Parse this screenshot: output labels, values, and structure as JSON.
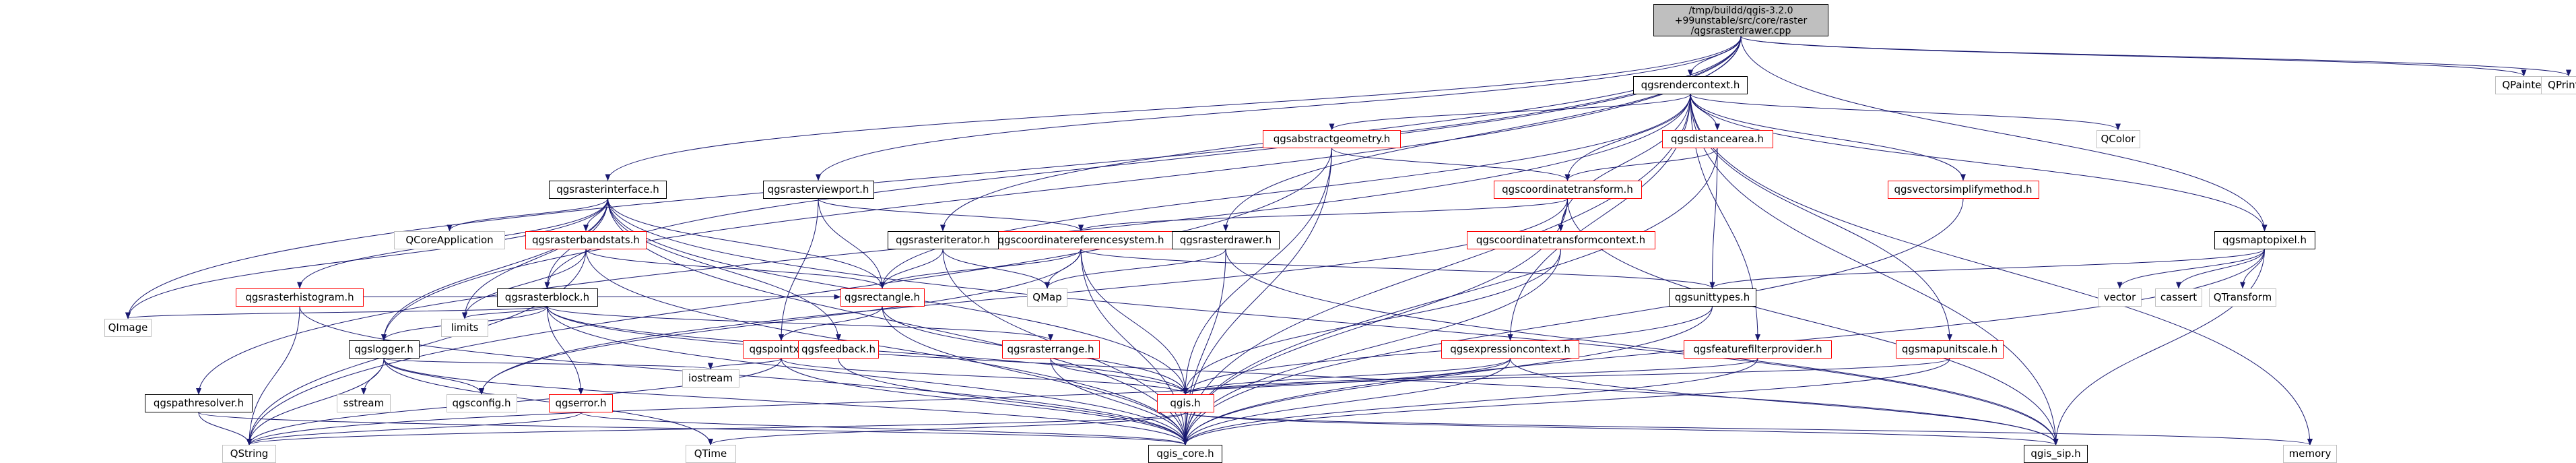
{
  "root": {
    "lines": [
      "/tmp/buildd/qgis-3.2.0",
      "+99unstable/src/core/raster",
      "/qgsrasterdrawer.cpp"
    ]
  },
  "nodes": {
    "qgsrendercontext": "qgsrendercontext.h",
    "qpainter": "QPainter",
    "qprinter": "QPrinter",
    "qgsabstractgeometry": "qgsabstractgeometry.h",
    "qgsdistancearea": "qgsdistancearea.h",
    "qcolor": "QColor",
    "qgsrasterinterface": "qgsrasterinterface.h",
    "qgsrasterviewport": "qgsrasterviewport.h",
    "qgscoordinatetransform": "qgscoordinatetransform.h",
    "qgsvectorsimplifymethod": "qgsvectorsimplifymethod.h",
    "qgsmaptopixel": "qgsmaptopixel.h",
    "qcoreapplication": "QCoreApplication",
    "qgsrasterbandstats": "qgsrasterbandstats.h",
    "qgscoordinatereferencesystem": "qgscoordinatereferencesystem.h",
    "qgsrasteriterator": "qgsrasteriterator.h",
    "qgsrasterdrawer": "qgsrasterdrawer.h",
    "qgscoordinatetransformcontext": "qgscoordinatetransformcontext.h",
    "qgsrasterhistogram": "qgsrasterhistogram.h",
    "qgsrectangle": "qgsrectangle.h",
    "qmap": "QMap",
    "qgsunittypes": "qgsunittypes.h",
    "vector": "vector",
    "cassert": "cassert",
    "qtransform": "QTransform",
    "qimage": "QImage",
    "qgsrasterblock": "qgsrasterblock.h",
    "limits": "limits",
    "qgslogger": "qgslogger.h",
    "qgspointxy": "qgspointxy.h",
    "qgsfeedback": "qgsfeedback.h",
    "qgsrasterrange": "qgsrasterrange.h",
    "qgsexpressioncontext": "qgsexpressioncontext.h",
    "qgsfeaturefilterprovider": "qgsfeaturefilterprovider.h",
    "qgsmapunitscale": "qgsmapunitscale.h",
    "iostream": "iostream",
    "qgsconfig": "qgsconfig.h",
    "qgserror": "qgserror.h",
    "sstream": "sstream",
    "qgspathresolver": "qgspathresolver.h",
    "qgis": "qgis.h",
    "qstring": "QString",
    "qtime": "QTime",
    "qgis_core": "qgis_core.h",
    "qgis_sip": "qgis_sip.h",
    "memory": "memory"
  },
  "colors": {
    "edge": "#191970",
    "edge_red": "#ff0000",
    "node_border": "#000000",
    "node_border_red": "#ff0000",
    "node_border_plain": "#bfbfbf",
    "root_fill": "#bfbfbf"
  }
}
